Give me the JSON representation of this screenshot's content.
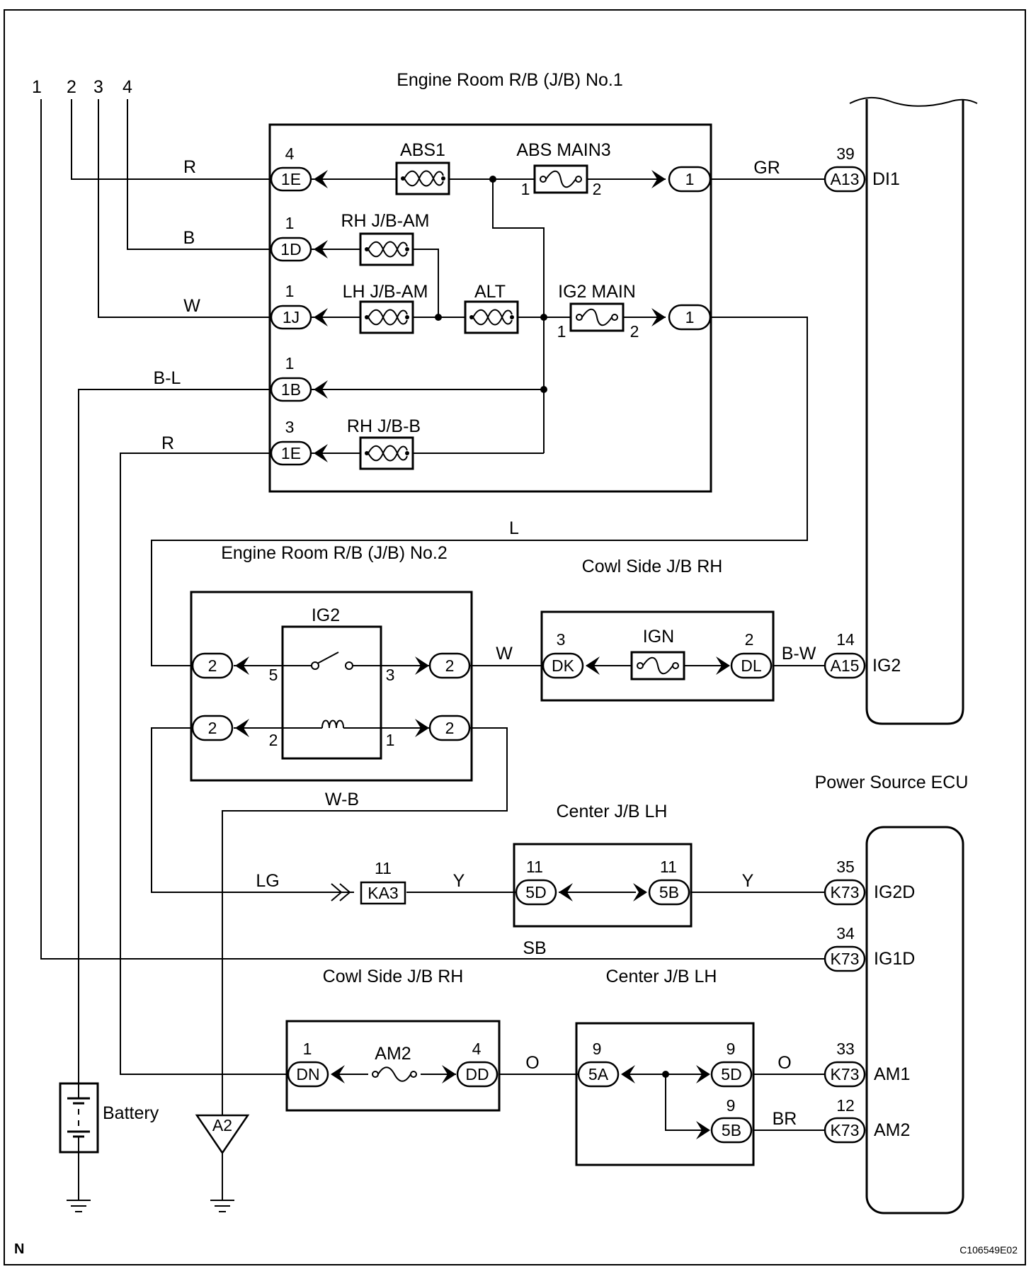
{
  "border_letter": "N",
  "figure_code": "C106549E02",
  "terminals": [
    "1",
    "2",
    "3",
    "4"
  ],
  "blocks": {
    "er1": "Engine Room R/B (J/B) No.1",
    "er2": "Engine Room R/B (J/B) No.2",
    "cowl_top": "Cowl Side J/B RH",
    "cowl_bottom": "Cowl Side J/B RH",
    "center_top": "Center J/B LH",
    "center_bottom": "Center J/B LH",
    "ecu": "Power Source ECU",
    "battery": "Battery"
  },
  "fuses": {
    "abs1": "ABS1",
    "abs_main3": "ABS MAIN3",
    "rh_jb_am": "RH J/B-AM",
    "lh_jb_am": "LH J/B-AM",
    "alt": "ALT",
    "ig2_main": "IG2 MAIN",
    "rh_jb_b": "RH J/B-B",
    "ign": "IGN",
    "am2": "AM2",
    "relay_ig2": "IG2"
  },
  "wire_colors": {
    "r_top": "R",
    "b": "B",
    "w_top": "W",
    "bl": "B-L",
    "r_bottom": "R",
    "gr": "GR",
    "l": "L",
    "w_mid": "W",
    "bw": "B-W",
    "wb": "W-B",
    "lg": "LG",
    "y1": "Y",
    "y2": "Y",
    "sb": "SB",
    "o1": "O",
    "o2": "O",
    "br": "BR"
  },
  "connectors": {
    "c1e_top": "1E",
    "c1d": "1D",
    "c1j": "1J",
    "c1b": "1B",
    "c1e_bottom": "1E",
    "c1_top": "1",
    "c1_mid": "1",
    "a13": "A13",
    "a15": "A15",
    "r2a": "2",
    "r2b": "2",
    "r2c": "2",
    "r2d": "2",
    "dk": "DK",
    "dl": "DL",
    "ka3": "KA3",
    "c5d_top": "5D",
    "c5b_top": "5B",
    "dn": "DN",
    "dd": "DD",
    "c5a": "5A",
    "c5d_bottom": "5D",
    "c5b_bottom": "5B",
    "k73_1": "K73",
    "k73_2": "K73",
    "k73_3": "K73",
    "k73_4": "K73",
    "a2": "A2"
  },
  "pins": {
    "p_1e_top": "4",
    "p_1d": "1",
    "p_1j": "1",
    "p_1b": "1",
    "p_1e_bottom": "3",
    "p_absmain3_1": "1",
    "p_absmain3_2": "2",
    "p_ig2main_1": "1",
    "p_ig2main_2": "2",
    "p_a13": "39",
    "p_a15": "14",
    "p_relay5": "5",
    "p_relay3": "3",
    "p_relay2": "2",
    "p_relay1": "1",
    "p_dk": "3",
    "p_dl": "2",
    "p_ka3": "11",
    "p_5d_top": "11",
    "p_5b_top": "11",
    "p_dn": "1",
    "p_dd": "4",
    "p_5a": "9",
    "p_5d_bottom": "9",
    "p_5b_bottom": "9",
    "p_k73_35": "35",
    "p_k73_34": "34",
    "p_k73_33": "33",
    "p_k73_12": "12"
  },
  "ecu_terminals": {
    "di1": "DI1",
    "ig2": "IG2",
    "ig2d": "IG2D",
    "ig1d": "IG1D",
    "am1": "AM1",
    "am2": "AM2"
  }
}
